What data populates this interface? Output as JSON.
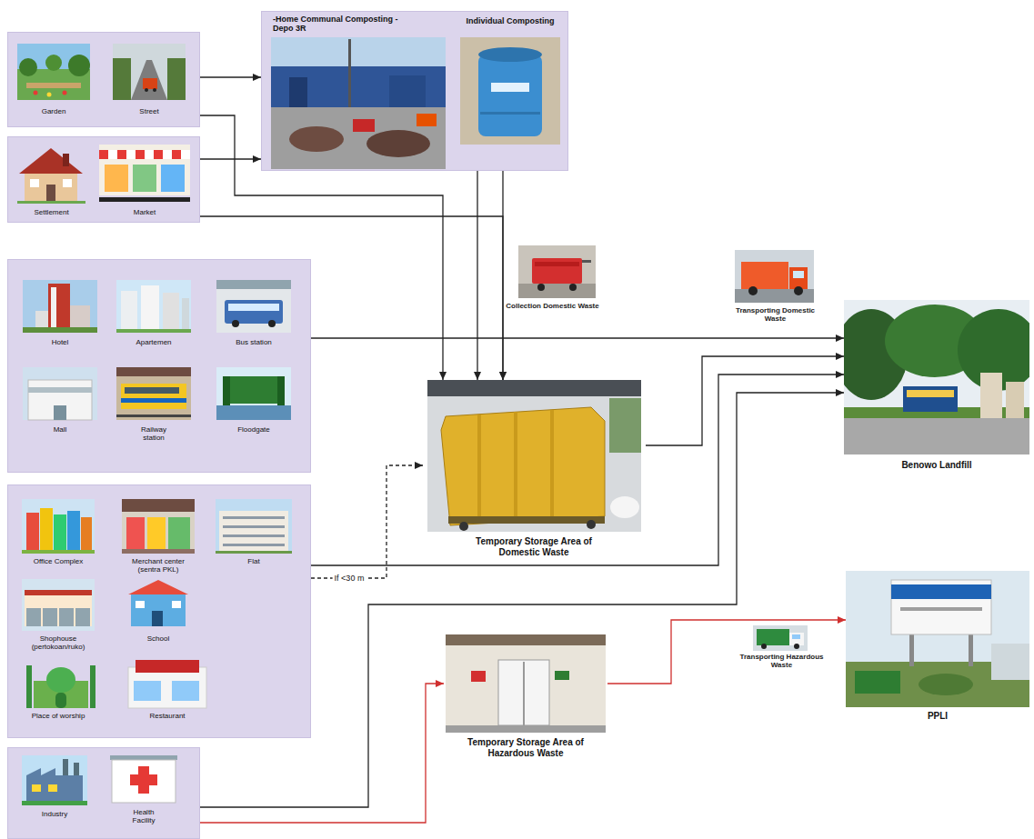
{
  "diagram": {
    "nodes": [
      {
        "text": [
          "Garden",
          "Street"
        ]
      },
      {
        "text": [
          "-Home Communal Composting -Depo 3R",
          "Individual Composting"
        ]
      },
      {
        "text": [
          "Settlement",
          "Market"
        ]
      },
      {
        "text": [
          "Hotel",
          "Apartemen",
          "Bus station",
          "Mall",
          "Railway station",
          "Floodgate"
        ]
      },
      {
        "text": [
          "Benowo Landfill"
        ]
      },
      {
        "text": [
          "Temporary Storage Area of Domestic Waste"
        ]
      },
      {
        "text": [
          "Office Complex",
          "Merchant center (sentra PKL)",
          "Flat",
          "Shophouse (pertokoan/ruko)",
          "School",
          "Place of worship",
          "Restaurant"
        ]
      },
      {
        "text": [
          "PPLI"
        ]
      },
      {
        "text": [
          "Temporary Storage Area of Hazardous Waste"
        ]
      },
      {
        "text": [
          "Industry",
          "Health Facility"
        ]
      }
    ],
    "edges": [
      {
        "from": 0,
        "to": 1,
        "arrow": "to"
      },
      {
        "from": 2,
        "to": 1,
        "arrow": "to"
      },
      {
        "from": 0,
        "to": 5,
        "arrow": "to"
      },
      {
        "from": 1,
        "to": 5,
        "arrow": "to"
      },
      {
        "from": 1,
        "to": 5,
        "arrow": "to"
      },
      {
        "from": 2,
        "to": 5,
        "arrow": "to"
      },
      {
        "from": 3,
        "to": 4,
        "arrow": "to"
      },
      {
        "from": 5,
        "to": 4,
        "arrow": "to"
      },
      {
        "from": 6,
        "to": 4,
        "arrow": "to"
      },
      {
        "from": 6,
        "to": 5,
        "label": "If <30 m",
        "arrow": "to"
      },
      {
        "from": 9,
        "to": 4,
        "arrow": "to"
      },
      {
        "from": 9,
        "to": 8,
        "arrow": "to"
      },
      {
        "from": 8,
        "to": 7,
        "arrow": "to"
      }
    ],
    "labels": [
      "Collection Domestic Waste",
      "Transporting Domestic Waste",
      "Transporting Hazardous Waste"
    ]
  }
}
